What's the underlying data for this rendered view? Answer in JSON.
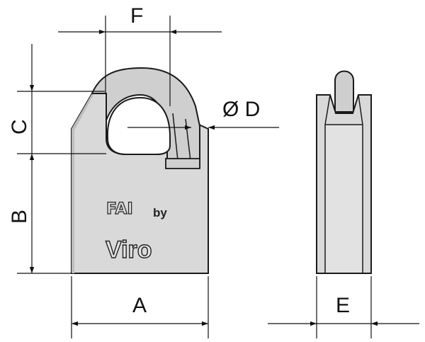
{
  "drawing": {
    "dimension_labels": {
      "a": "A",
      "b": "B",
      "c": "C",
      "d": "Ø D",
      "e": "E",
      "f": "F"
    },
    "brand": {
      "maker": "FAI",
      "connector": "by",
      "name": "Viro"
    },
    "colors": {
      "body_fill": "#d9d9d9",
      "body_shadow": "#c8c8c8",
      "shackle_fill": "#cfcfcf",
      "outline": "#1a1a1a",
      "dimension_line": "#111111"
    }
  }
}
